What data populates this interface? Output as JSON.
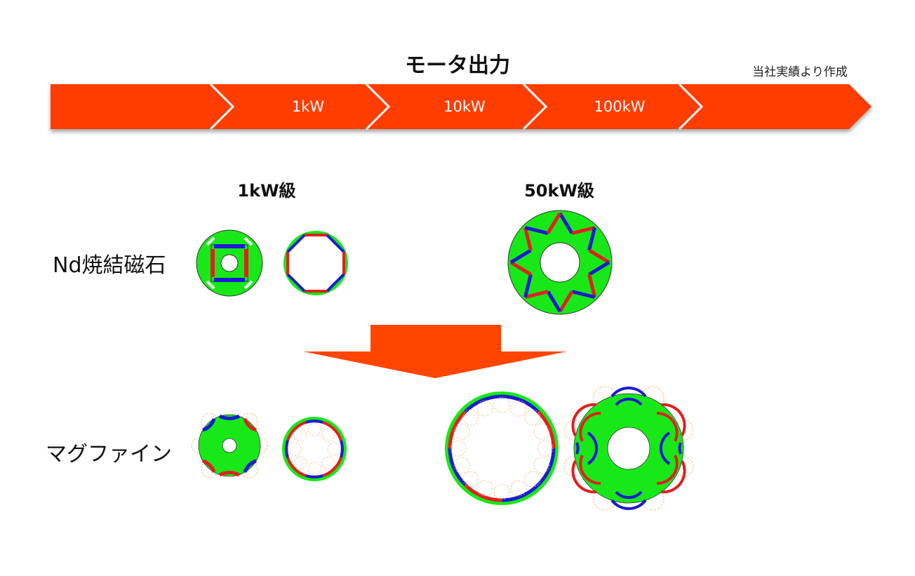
{
  "header": {
    "title": "モータ出力",
    "source_note": "当社実績より作成"
  },
  "power_scale": {
    "stages": [
      "1kW",
      "10kW",
      "100kW"
    ],
    "color": "#ff3d00"
  },
  "classes": {
    "small": "1kW級",
    "large": "50kW級"
  },
  "rows": {
    "sintered": "Nd焼結磁石",
    "magfine": "マグファイン"
  },
  "colors": {
    "core": "#18e818",
    "magnet_north": "#e02020",
    "magnet_south": "#1b1bd0",
    "flux": "#f0b070",
    "arrow": "#ff4500"
  },
  "icons": {
    "sintered_1kw_a": "square-magnet-rotor",
    "sintered_1kw_b": "octagon-magnet-stator",
    "sintered_50kw": "star-magnet-rotor",
    "magfine_1kw_a": "arc-magnet-rotor",
    "magfine_1kw_b": "ring-magnet-rotor",
    "magfine_50kw_a": "segmented-ring-rotor",
    "magfine_50kw_b": "multi-arc-rotor",
    "transition": "down-arrow"
  }
}
